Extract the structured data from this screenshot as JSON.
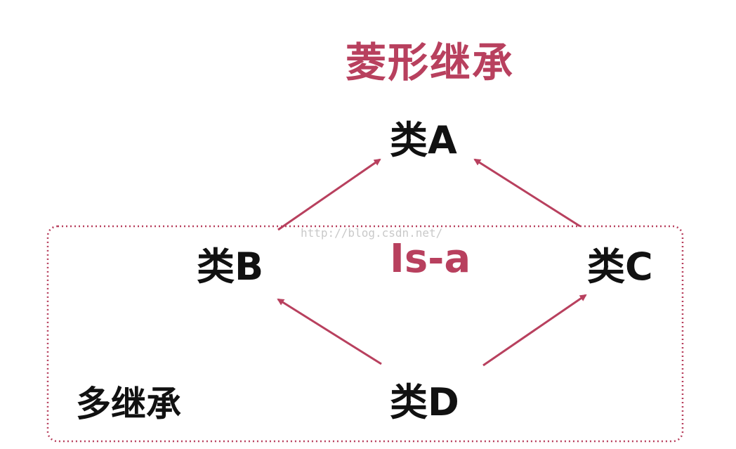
{
  "title": "菱形继承",
  "nodes": {
    "a": "类A",
    "b": "类B",
    "c": "类C",
    "d": "类D"
  },
  "relation_label": "Is-a",
  "group_label": "多继承",
  "watermark": "http://blog.csdn.net/",
  "colors": {
    "accent": "#b8405e",
    "text": "#111111",
    "watermark": "#c9c9c9"
  }
}
